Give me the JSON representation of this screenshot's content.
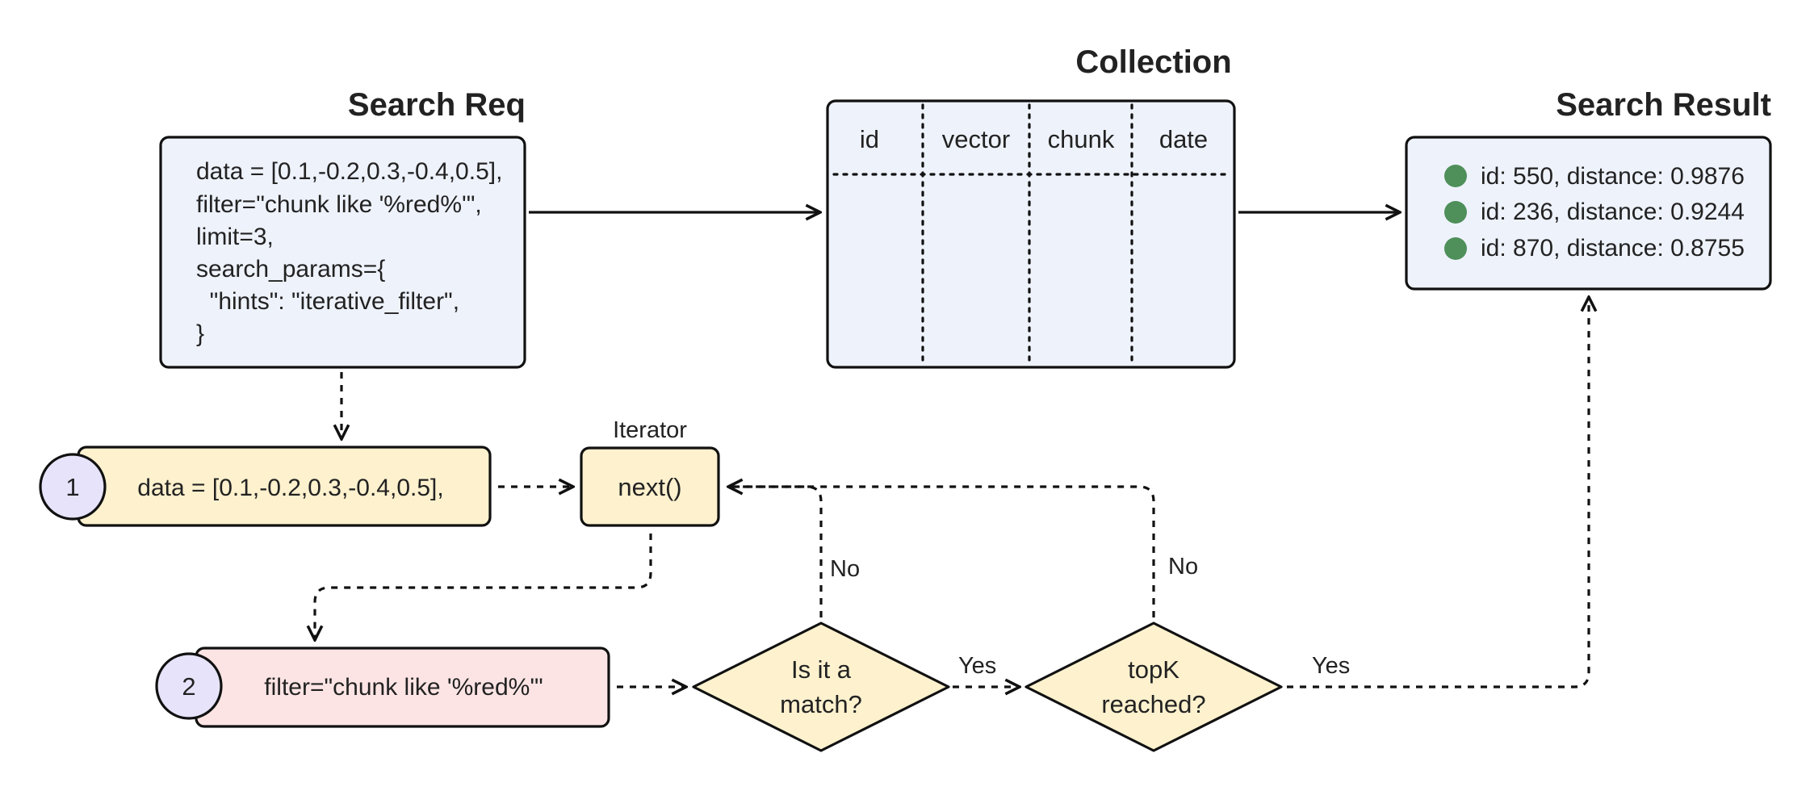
{
  "titles": {
    "search_req": "Search Req",
    "collection": "Collection",
    "search_result": "Search Result"
  },
  "search_req": {
    "lines": [
      "data = [0.1,-0.2,0.3,-0.4,0.5],",
      "filter=\"chunk like '%red%'\",",
      "limit=3,",
      "search_params={",
      "  \"hints\": \"iterative_filter\",",
      "}"
    ]
  },
  "collection": {
    "columns": [
      "id",
      "vector",
      "chunk",
      "date"
    ]
  },
  "search_result": {
    "items": [
      "id: 550, distance: 0.9876",
      "id: 236, distance: 0.9244",
      "id: 870, distance: 0.8755"
    ],
    "dot_color": "#4e8f5a"
  },
  "step1": {
    "number": "1",
    "text": "data = [0.1,-0.2,0.3,-0.4,0.5],"
  },
  "step2": {
    "number": "2",
    "text": "filter=\"chunk like '%red%'\""
  },
  "iterator": {
    "label": "Iterator",
    "text": "next()"
  },
  "decisions": {
    "match": [
      "Is it a",
      "match?"
    ],
    "topk": [
      "topK",
      "reached?"
    ]
  },
  "edge_labels": {
    "no_1": "No",
    "no_2": "No",
    "yes_1": "Yes",
    "yes_2": "Yes"
  },
  "colors": {
    "blue_box": "#eef2fb",
    "yellow_box": "#fdf1ce",
    "pink_box": "#fde4e4",
    "circle": "#e7e3fa",
    "stroke": "#111111"
  }
}
